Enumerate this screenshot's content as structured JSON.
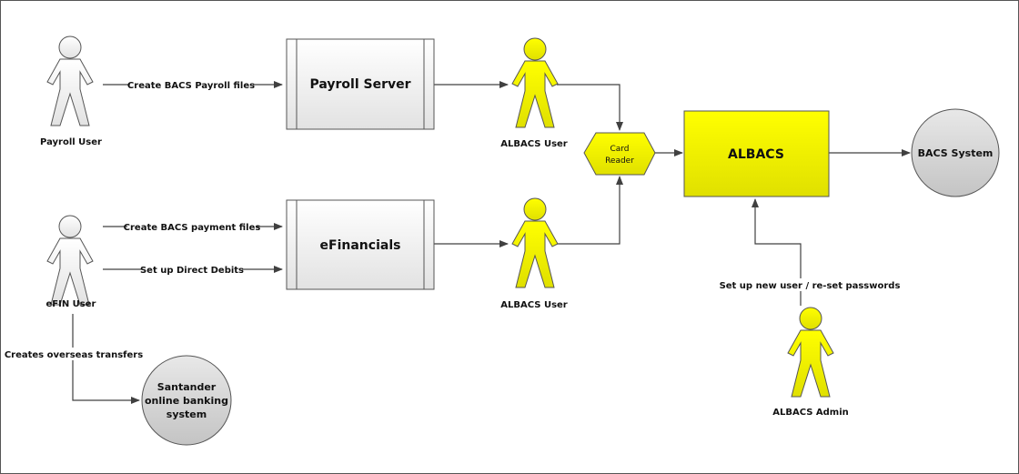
{
  "actors": {
    "payroll_user": "Payroll User",
    "efin_user": "eFIN User",
    "albacs_user_1": "ALBACS User",
    "albacs_user_2": "ALBACS User",
    "albacs_admin": "ALBACS Admin"
  },
  "processes": {
    "payroll_server": "Payroll Server",
    "efinancials": "eFinancials",
    "albacs": "ALBACS"
  },
  "card_reader": [
    "Card",
    "Reader"
  ],
  "systems": {
    "bacs": "BACS System",
    "santander": [
      "Santander",
      "online banking",
      "system"
    ]
  },
  "flows": {
    "payroll_files": "Create BACS Payroll files",
    "payment_files": "Create BACS payment files",
    "direct_debits": "Set up Direct Debits",
    "overseas": "Creates overseas transfers",
    "admin": "Set up new user / re-set passwords"
  },
  "colors": {
    "actor_user": "#f2f2f2",
    "albacs": "#ffff00",
    "system": "#d0d0d0"
  }
}
